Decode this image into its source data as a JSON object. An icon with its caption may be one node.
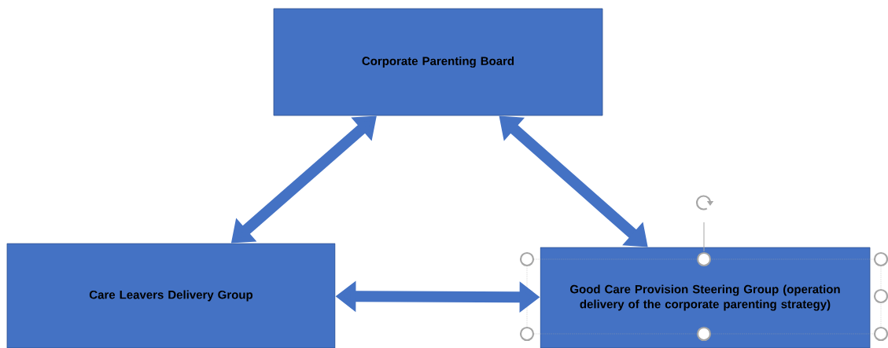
{
  "diagram": {
    "nodes": [
      {
        "text": [
          "Corporate Parenting Board"
        ]
      },
      {
        "text": [
          "Care Leavers Delivery Group"
        ]
      },
      {
        "text": [
          "Good Care Provision Steering Group (operation delivery of the corporate parenting strategy)"
        ]
      }
    ],
    "edges": [
      {
        "from": 0,
        "to": 1,
        "arrow": "both"
      },
      {
        "from": 0,
        "to": 2,
        "arrow": "both"
      },
      {
        "from": 1,
        "to": 2,
        "arrow": "both"
      }
    ]
  }
}
